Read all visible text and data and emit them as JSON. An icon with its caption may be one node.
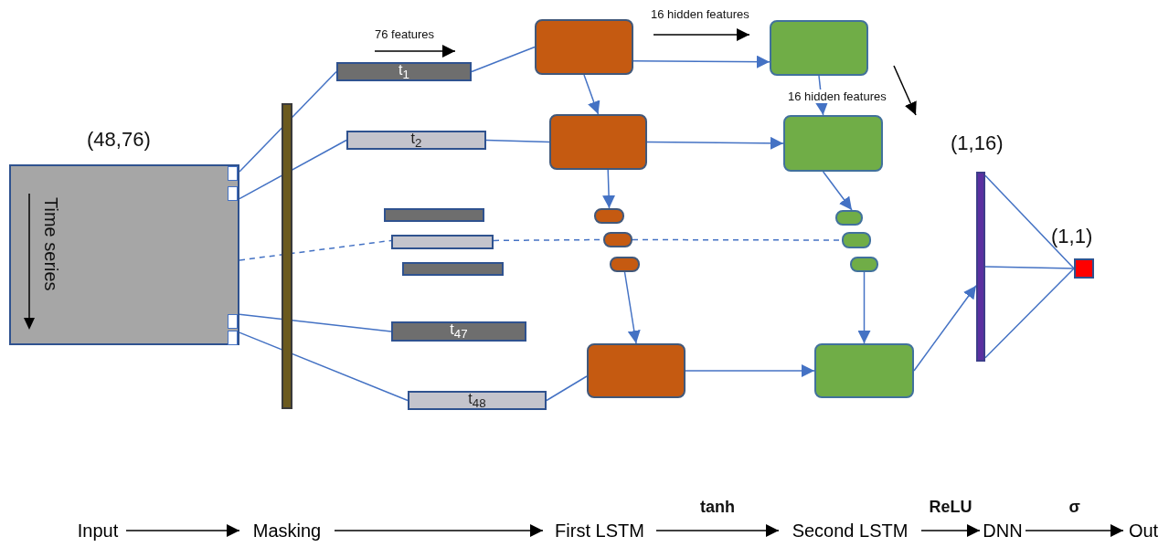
{
  "diagram": {
    "nodes": [
      {
        "text": [
          "Time series"
        ],
        "beside": [
          "(48,76)"
        ]
      },
      {
        "text": [],
        "shape": "bar"
      },
      {
        "text": [
          "t$_{1}$"
        ]
      },
      {
        "text": [
          "t$_{2}$"
        ]
      },
      {
        "text": [],
        "shape": "bar"
      },
      {
        "text": [],
        "shape": "bar"
      },
      {
        "text": [],
        "shape": "bar"
      },
      {
        "text": [
          "t$_{47}$"
        ]
      },
      {
        "text": [
          "t$_{48}$"
        ]
      },
      {
        "text": [],
        "shape": "box"
      },
      {
        "text": [],
        "shape": "box"
      },
      {
        "text": [],
        "shape": "box"
      },
      {
        "text": [],
        "shape": "box"
      },
      {
        "text": [],
        "shape": "box"
      },
      {
        "text": [],
        "shape": "box"
      },
      {
        "text": [],
        "shape": "box"
      },
      {
        "text": [],
        "shape": "box"
      },
      {
        "text": [],
        "shape": "box"
      },
      {
        "text": [],
        "shape": "box"
      },
      {
        "text": [],
        "shape": "box"
      },
      {
        "text": [],
        "shape": "box"
      },
      {
        "text": [],
        "shape": "bar",
        "beside": [
          "(1,16)"
        ]
      },
      {
        "text": [],
        "shape": "square",
        "beside": [
          "(1,1)"
        ]
      },
      {
        "text": [
          "Input"
        ]
      },
      {
        "text": [
          "Masking"
        ]
      },
      {
        "text": [
          "First LSTM"
        ]
      },
      {
        "text": [
          "Second LSTM"
        ]
      },
      {
        "text": [
          "DNN"
        ]
      },
      {
        "text": [
          "Out"
        ]
      }
    ],
    "edges": [
      {
        "from": 0,
        "to": 2,
        "arrow": "none"
      },
      {
        "from": 0,
        "to": 3,
        "arrow": "none"
      },
      {
        "from": 0,
        "to": 5,
        "arrow": "none",
        "style": "dashed"
      },
      {
        "from": 0,
        "to": 7,
        "arrow": "none"
      },
      {
        "from": 0,
        "to": 8,
        "arrow": "none"
      },
      {
        "from": 2,
        "to": 9,
        "arrow": "none"
      },
      {
        "from": 3,
        "to": 10,
        "arrow": "none"
      },
      {
        "from": 8,
        "to": 14,
        "arrow": "none"
      },
      {
        "from": 5,
        "to": 12,
        "arrow": "none",
        "style": "dashed"
      },
      {
        "from": 12,
        "to": 18,
        "arrow": "none",
        "style": "dashed"
      },
      {
        "from": 9,
        "to": 15,
        "arrow": "to"
      },
      {
        "from": 10,
        "to": 16,
        "arrow": "to"
      },
      {
        "from": 14,
        "to": 20,
        "arrow": "to"
      },
      {
        "from": 9,
        "to": 10,
        "arrow": "to"
      },
      {
        "from": 10,
        "to": 11,
        "arrow": "to"
      },
      {
        "from": 13,
        "to": 14,
        "arrow": "to"
      },
      {
        "from": 15,
        "to": 16,
        "arrow": "to"
      },
      {
        "from": 16,
        "to": 17,
        "arrow": "to"
      },
      {
        "from": 19,
        "to": 20,
        "arrow": "to"
      },
      {
        "from": 20,
        "to": 21,
        "arrow": "to"
      },
      {
        "from": 21,
        "to": 22,
        "arrow": "none"
      },
      {
        "from": 21,
        "to": 22,
        "arrow": "none"
      },
      {
        "from": 21,
        "to": 22,
        "arrow": "none"
      },
      {
        "from": 23,
        "to": 24,
        "arrow": "to",
        "color": "#000000"
      },
      {
        "from": 24,
        "to": 25,
        "arrow": "to",
        "color": "#000000"
      },
      {
        "from": 25,
        "to": 26,
        "label": "tanh",
        "arrow": "to",
        "color": "#000000"
      },
      {
        "from": 26,
        "to": 27,
        "label": "ReLU",
        "arrow": "to",
        "color": "#000000"
      },
      {
        "from": 27,
        "to": 28,
        "label": "σ",
        "arrow": "to",
        "color": "#000000"
      }
    ],
    "labels": [
      "76 features",
      "16 hidden features",
      "16 hidden features"
    ]
  }
}
